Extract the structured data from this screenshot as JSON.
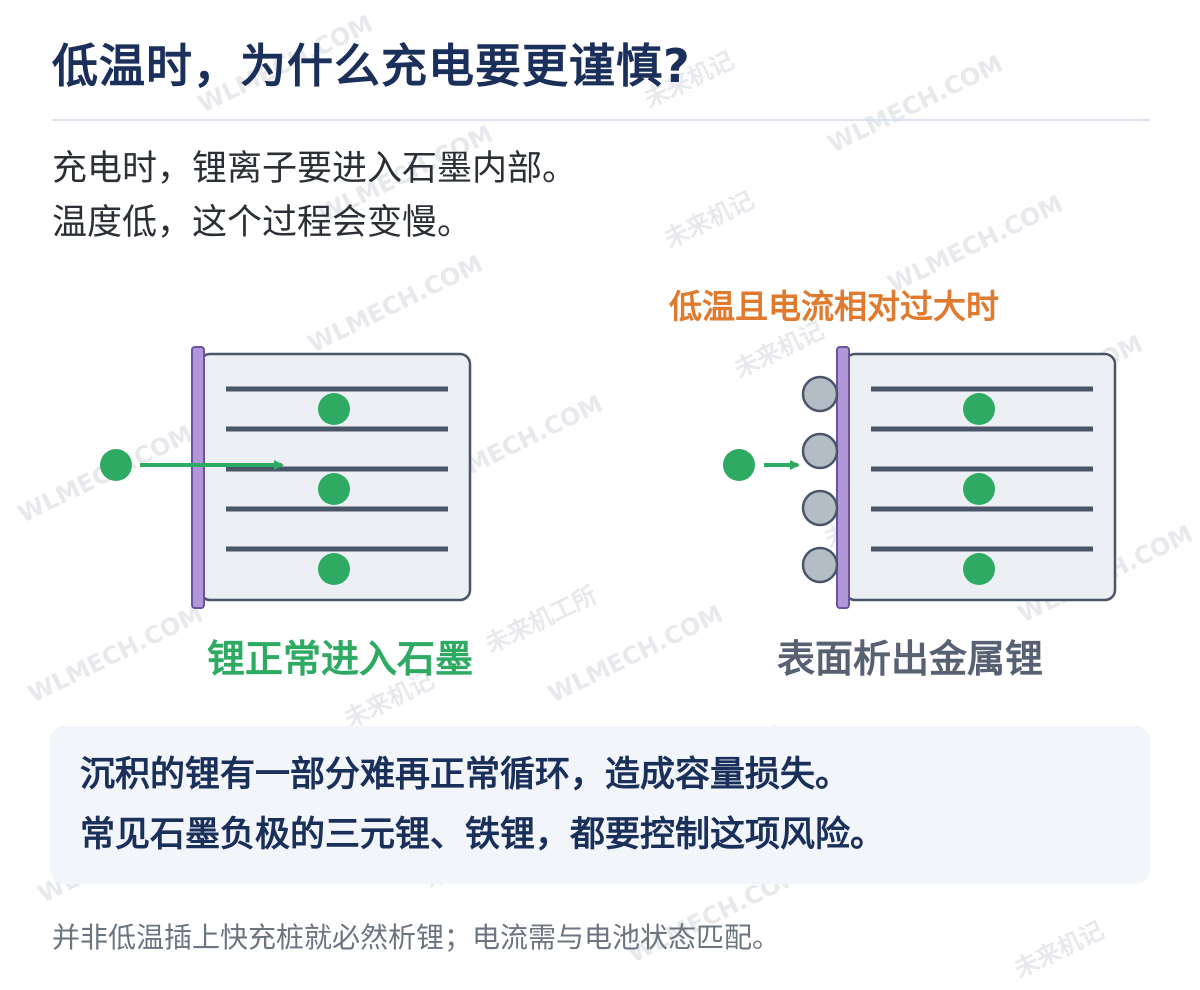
{
  "title": "低温时，为什么充电要更谨慎?",
  "intro": {
    "line1": "充电时，锂离子要进入石墨内部。",
    "line2": "温度低，这个过程会变慢。"
  },
  "diagram": {
    "right_condition": "低温且电流相对过大时",
    "left_caption": "锂正常进入石墨",
    "right_caption": "表面析出金属锂",
    "colors": {
      "ion": "#2eaa62",
      "graphite_bg": "#eceff4",
      "graphite_border": "#4b5568",
      "layer": "#4b5568",
      "separator": "#b197d8",
      "plated_lithium": "#b4bcc6",
      "condition_text": "#e07a2e",
      "left_caption_text": "#2eaa62",
      "right_caption_text": "#586172"
    }
  },
  "summary": {
    "line1": "沉积的锂有一部分难再正常循环，造成容量损失。",
    "line2": "常见石墨负极的三元锂、铁锂，都要控制这项风险。"
  },
  "footnote": "并非低温插上快充桩就必然析锂；电流需与电池状态匹配。",
  "watermark": {
    "text_en": "WLMECH.COM",
    "text_cn_1": "未来机记",
    "text_cn_2": "未来机工所"
  }
}
